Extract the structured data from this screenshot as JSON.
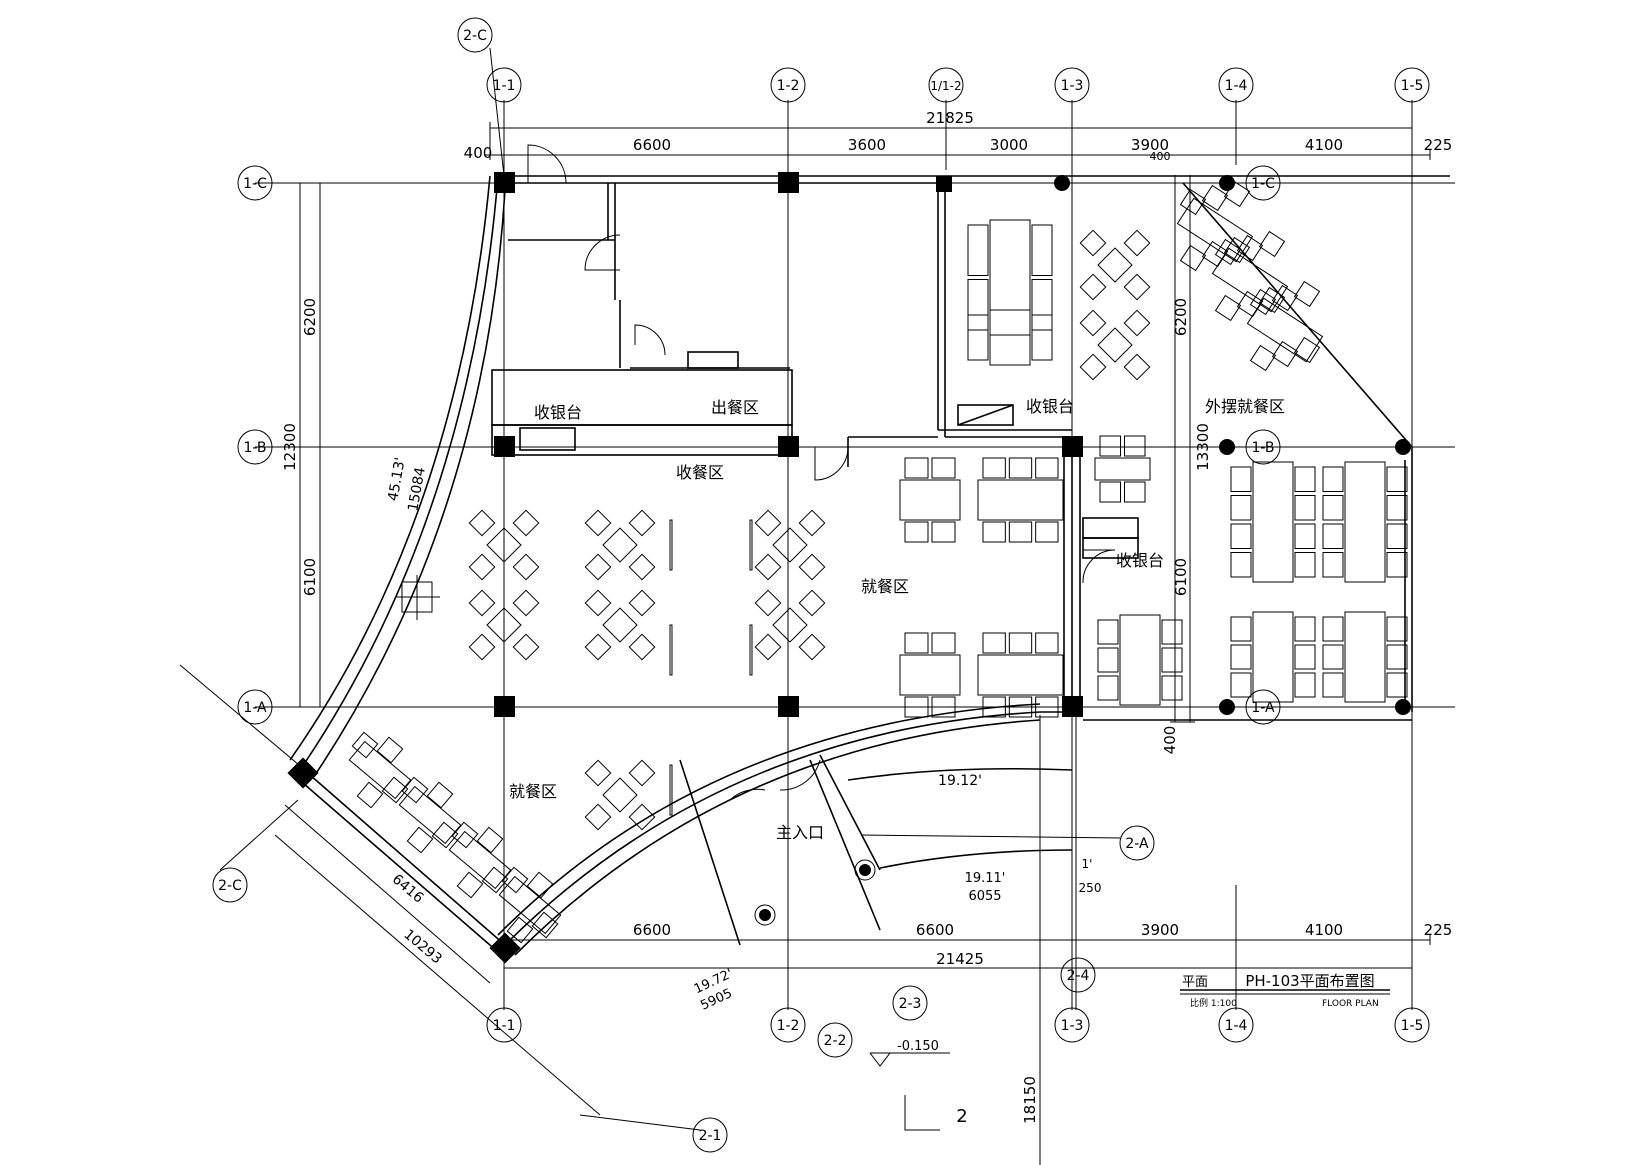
{
  "grid_top": [
    "2-C",
    "1-1",
    "1-2",
    "1/1-2",
    "1-3",
    "1-4",
    "1-5"
  ],
  "grid_bottom": [
    "1-1",
    "1-2",
    "2-2",
    "2-3",
    "1-3",
    "1-4",
    "1-5"
  ],
  "grid_left": [
    "1-C",
    "1-B",
    "1-A"
  ],
  "grid_right": [
    "1-C",
    "1-B",
    "1-A"
  ],
  "grid_misc": [
    "2-C",
    "2-A",
    "2-1",
    "2-4",
    "2"
  ],
  "dims_top": {
    "total": "21825",
    "left_offset": "400",
    "spans": [
      "6600",
      "3600",
      "3000",
      "3900",
      "4100"
    ],
    "right_offset": "225",
    "small": "400"
  },
  "dims_bottom": {
    "total": "21425",
    "spans": [
      "6600",
      "6600",
      "3900",
      "4100"
    ],
    "right_offset": "225"
  },
  "dims_left": {
    "total": "12300",
    "spans": [
      "6200",
      "6100"
    ]
  },
  "dims_right": {
    "total": "13300",
    "spans": [
      "6200",
      "6100"
    ],
    "bottom_offset": "400"
  },
  "dims_arc": {
    "outer_angle": "45.13'",
    "outer_len": "15084",
    "arc1": "19.12'",
    "arc2_angle": "19.11'",
    "arc2_len": "6055",
    "arc3_angle": "19.72'",
    "arc3_len": "5905",
    "tick": "1'",
    "tick_len": "250",
    "diag1": "6416",
    "diag2": "10293",
    "height": "18150",
    "level": "-0.150"
  },
  "rooms": {
    "cashier": "收银台",
    "serving": "出餐区",
    "collect": "收餐区",
    "dining_main": "就餐区",
    "dining_sw": "就餐区",
    "cashier_east": "收银台",
    "cashier_east2": "收银台",
    "outdoor": "外摆就餐区",
    "entrance": "主入口"
  },
  "title": {
    "prefix": "平面",
    "main": "PH-103平面布置图",
    "sub_left": "比例 1:100",
    "sub_right": "FLOOR PLAN"
  }
}
